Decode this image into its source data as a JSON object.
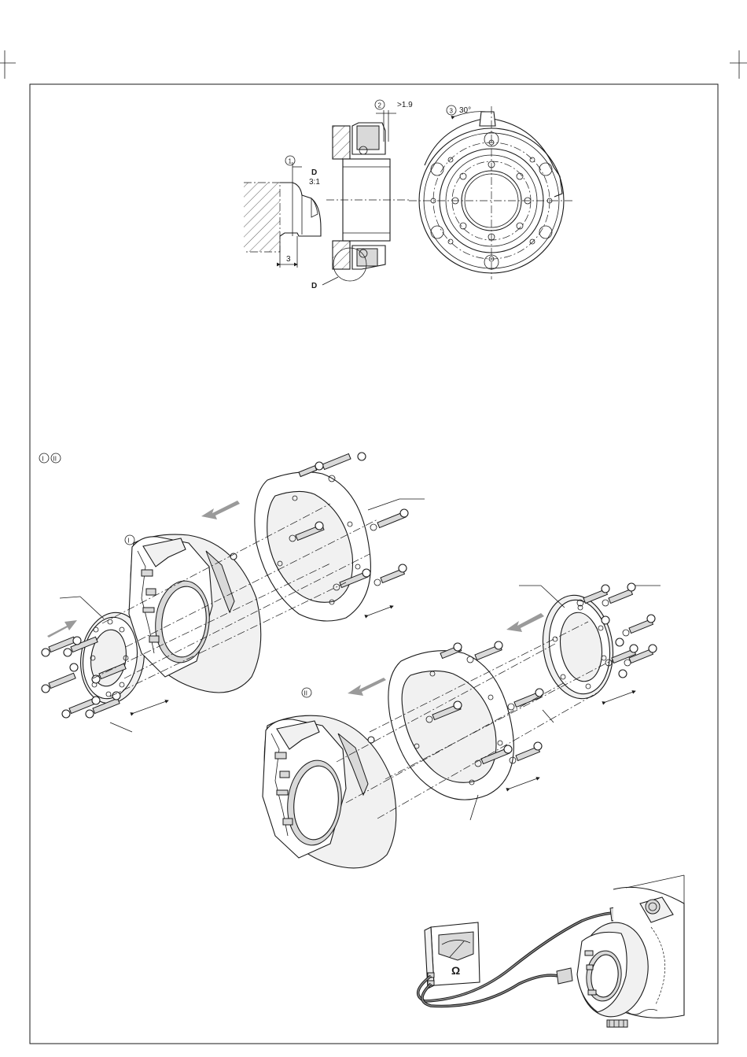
{
  "sectional_view": {
    "callout_1": "1",
    "callout_2": "2",
    "callout_3": "3",
    "dim_gap": ">1.9",
    "dim_angle": "30°",
    "detail_label": "D",
    "detail_scale": "3:1",
    "detail_marker": "D",
    "dim_depth": "3"
  },
  "assembly_view": {
    "variant_1": "I",
    "variant_2": "II"
  },
  "test_view": {
    "meter_symbol": "Ω"
  }
}
